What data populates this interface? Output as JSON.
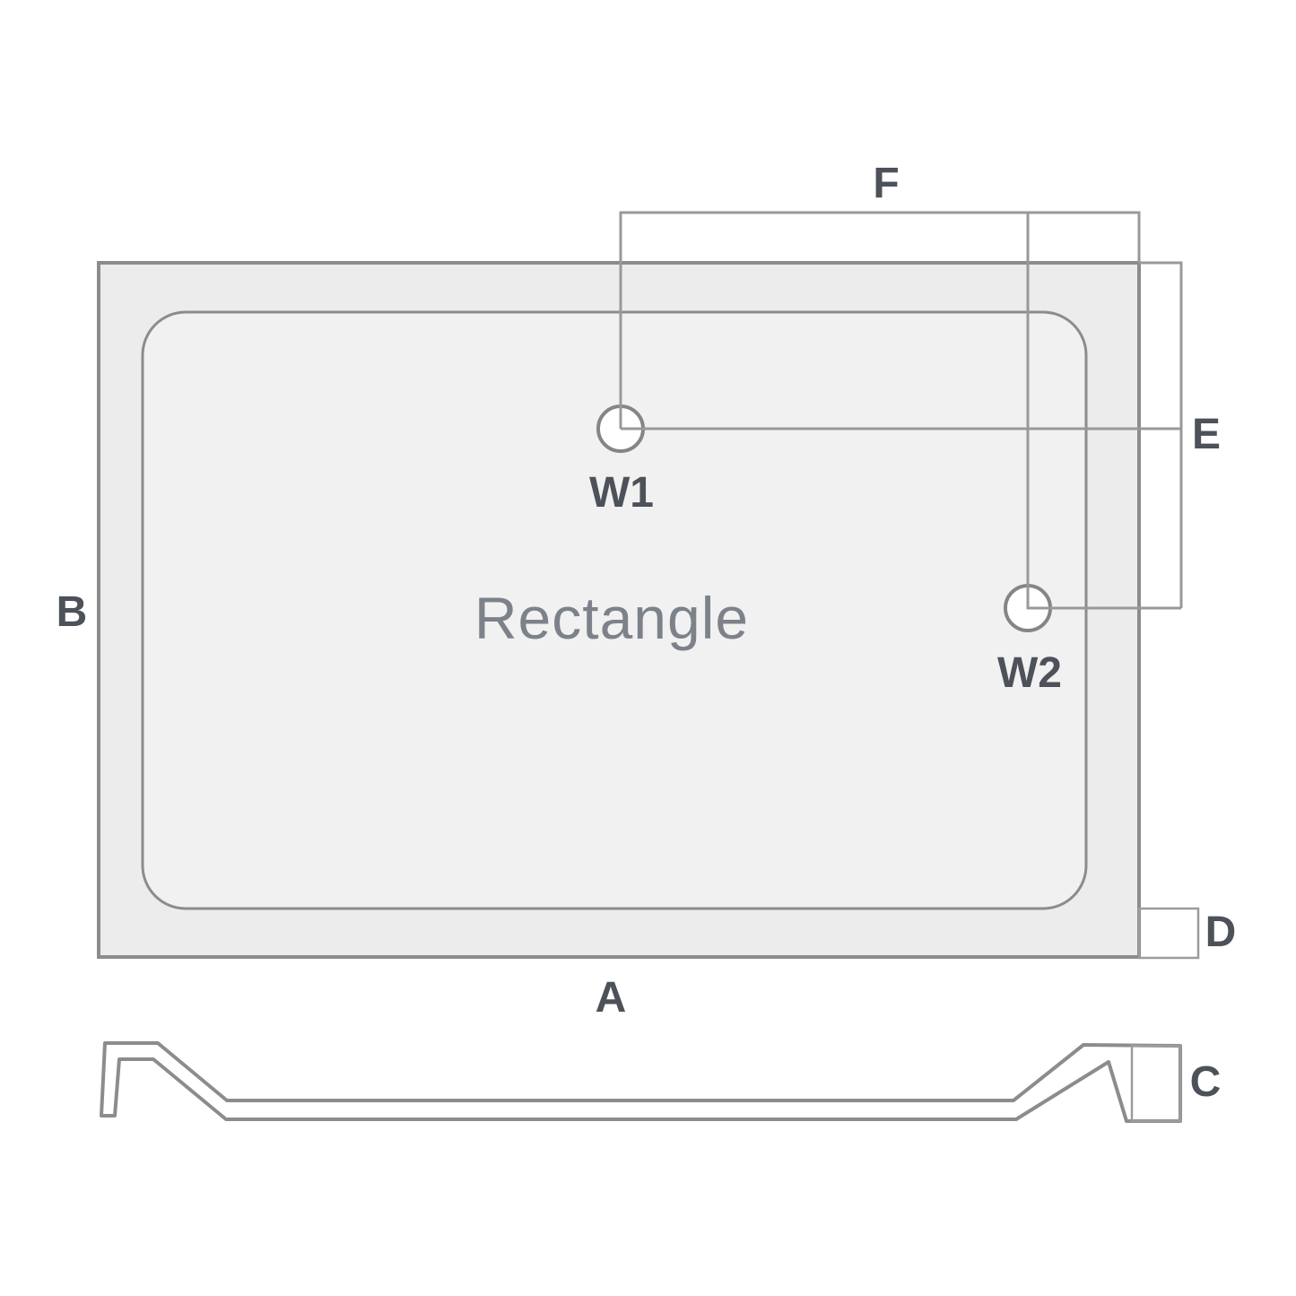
{
  "title": "Rectangle",
  "labels": {
    "length_a": "A",
    "width_b": "B",
    "height_c": "C",
    "corner_detail_d": "D",
    "waste_offset_e": "E",
    "waste_offset_f": "F",
    "waste_1": "W1",
    "waste_2": "W2"
  },
  "colors": {
    "background": "#ffffff",
    "tray_fill": "#ececec",
    "tray_floor_fill": "#f1f1f1",
    "tray_border": "#8c8c8c",
    "dim_line": "#999999",
    "detail_box_line": "#9c9c9c",
    "waste_circle_stroke": "#858585",
    "waste_circle_fill": "#ffffff",
    "label_text": "#4d525a",
    "title_text": "#7d828a"
  }
}
